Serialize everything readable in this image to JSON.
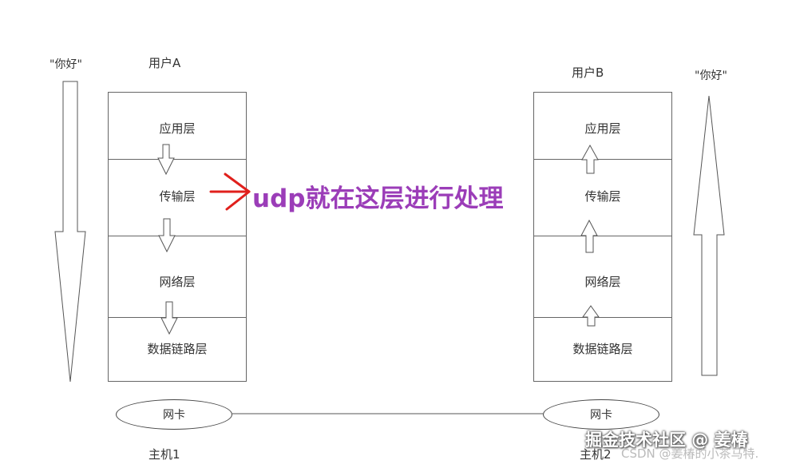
{
  "left": {
    "hello": "\"你好\"",
    "user": "用户A",
    "layers": [
      "应用层",
      "传输层",
      "网络层",
      "数据链路层"
    ],
    "nic": "网卡",
    "host": "主机1"
  },
  "right": {
    "hello": "\"你好\"",
    "user": "用户B",
    "layers": [
      "应用层",
      "传输层",
      "网络层",
      "数据链路层"
    ],
    "nic": "网卡",
    "host": "主机2"
  },
  "callout": {
    "text": "udp就在这层进行处理",
    "color": "#9b3db8",
    "arrow_color": "#e0201c"
  },
  "watermark": {
    "main": "掘金技术社区 @ 姜椿",
    "csdn": "CSDN @姜椿的小茶马特."
  }
}
